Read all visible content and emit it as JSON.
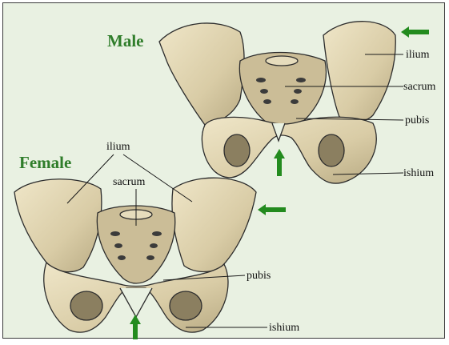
{
  "colors": {
    "background": "#e9f1e2",
    "bone": "#dcd0ad",
    "bone_shadow": "#9c8e6b",
    "outline": "#2d2d2d",
    "title": "#2f7d2a",
    "arrow": "#238b1e"
  },
  "male": {
    "title": "Male",
    "labels": {
      "ilium": "ilium",
      "sacrum": "sacrum",
      "pubis": "pubis",
      "ischium": "ishium"
    }
  },
  "female": {
    "title": "Female",
    "labels": {
      "ilium": "ilium",
      "sacrum": "sacrum",
      "pubis": "pubis",
      "ischium": "ishium"
    }
  },
  "icons": [
    "arrow-left-icon",
    "arrow-up-icon"
  ]
}
